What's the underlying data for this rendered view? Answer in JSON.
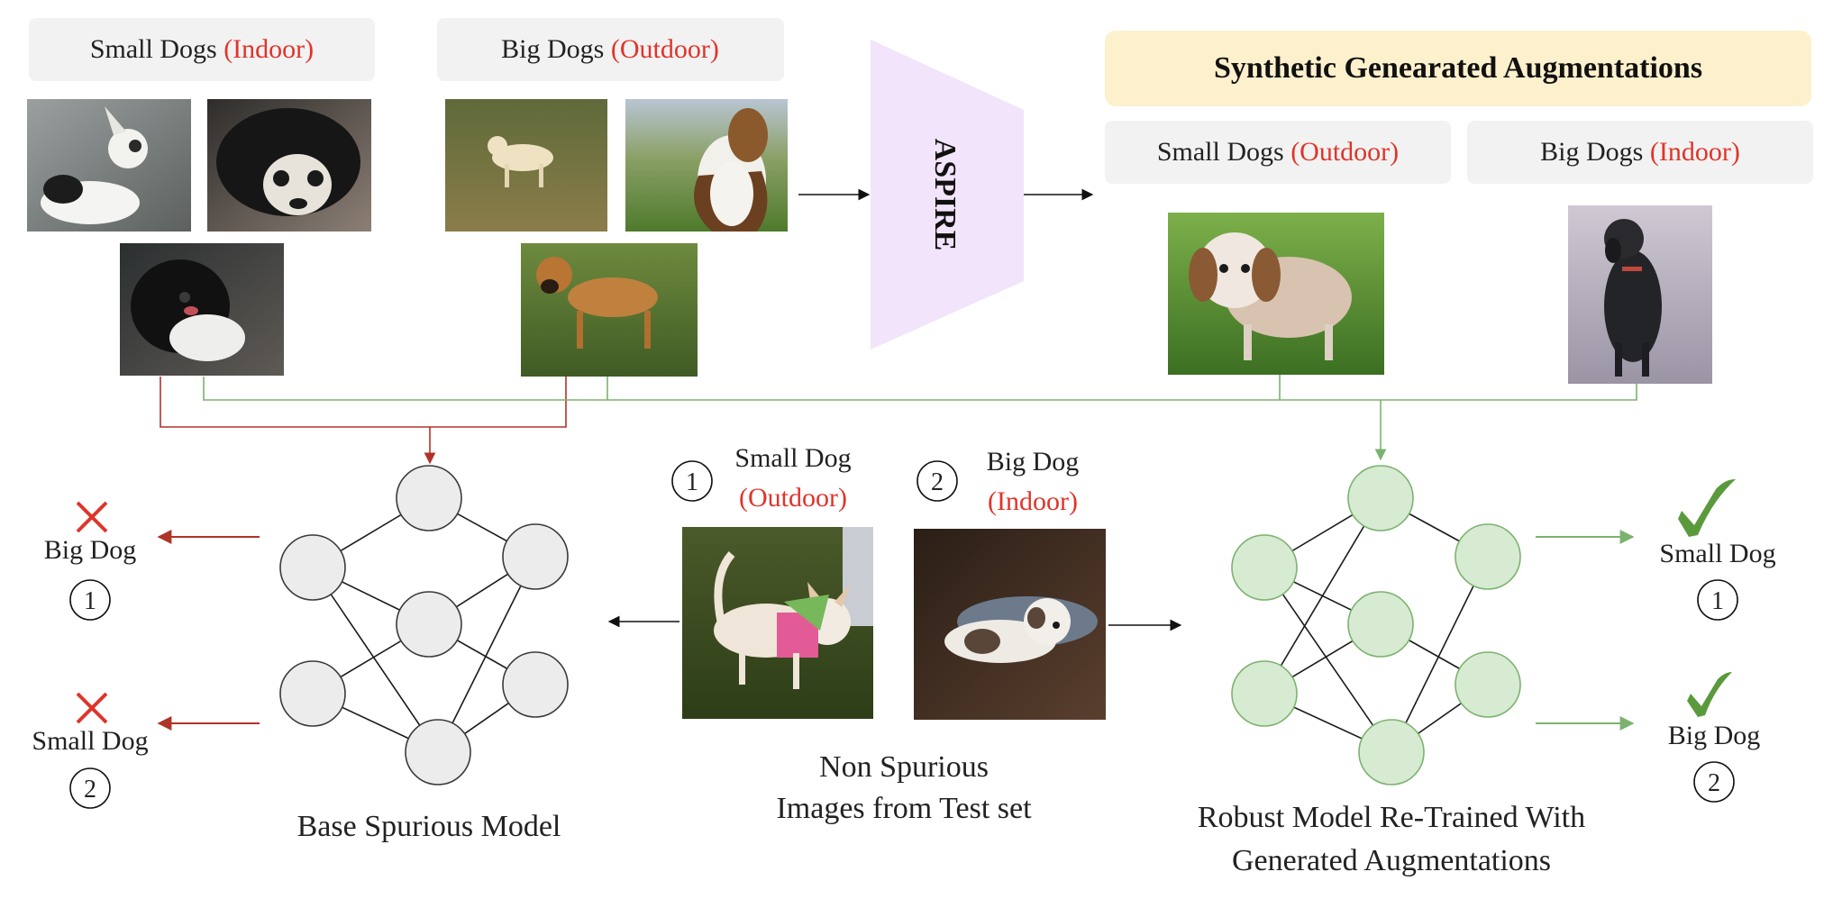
{
  "input_groups": {
    "small_indoor": {
      "name": "Small Dogs",
      "context": "(Indoor)"
    },
    "big_outdoor": {
      "name": "Big Dogs",
      "context": "(Outdoor)"
    }
  },
  "aspire": {
    "label": "ASPIRE"
  },
  "synthetic": {
    "title": "Synthetic Genearated Augmentations",
    "small_outdoor": {
      "name": "Small Dogs",
      "context": "(Outdoor)"
    },
    "big_indoor": {
      "name": "Big Dogs",
      "context": "(Indoor)"
    }
  },
  "base_model": {
    "caption": "Base Spurious Model",
    "outputs": [
      {
        "label": "Big Dog",
        "index": "1"
      },
      {
        "label": "Small Dog",
        "index": "2"
      }
    ]
  },
  "test_images": {
    "items": [
      {
        "index": "1",
        "name": "Small Dog",
        "context": "(Outdoor)"
      },
      {
        "index": "2",
        "name": "Big Dog",
        "context": "(Indoor)"
      }
    ],
    "caption_line1": "Non Spurious",
    "caption_line2": "Images from Test set"
  },
  "robust_model": {
    "caption_line1": "Robust Model Re-Trained With",
    "caption_line2": "Generated Augmentations",
    "outputs": [
      {
        "label": "Small Dog",
        "index": "1"
      },
      {
        "label": "Big Dog",
        "index": "2"
      }
    ]
  },
  "colors": {
    "accent_red": "#e0342a",
    "dark_red": "#b03328",
    "green": "#7bb36e",
    "check_green": "#5a9a3c",
    "aspire_fill": "#f2e4fb",
    "synthetic_title_bg": "#fdf0cc"
  }
}
